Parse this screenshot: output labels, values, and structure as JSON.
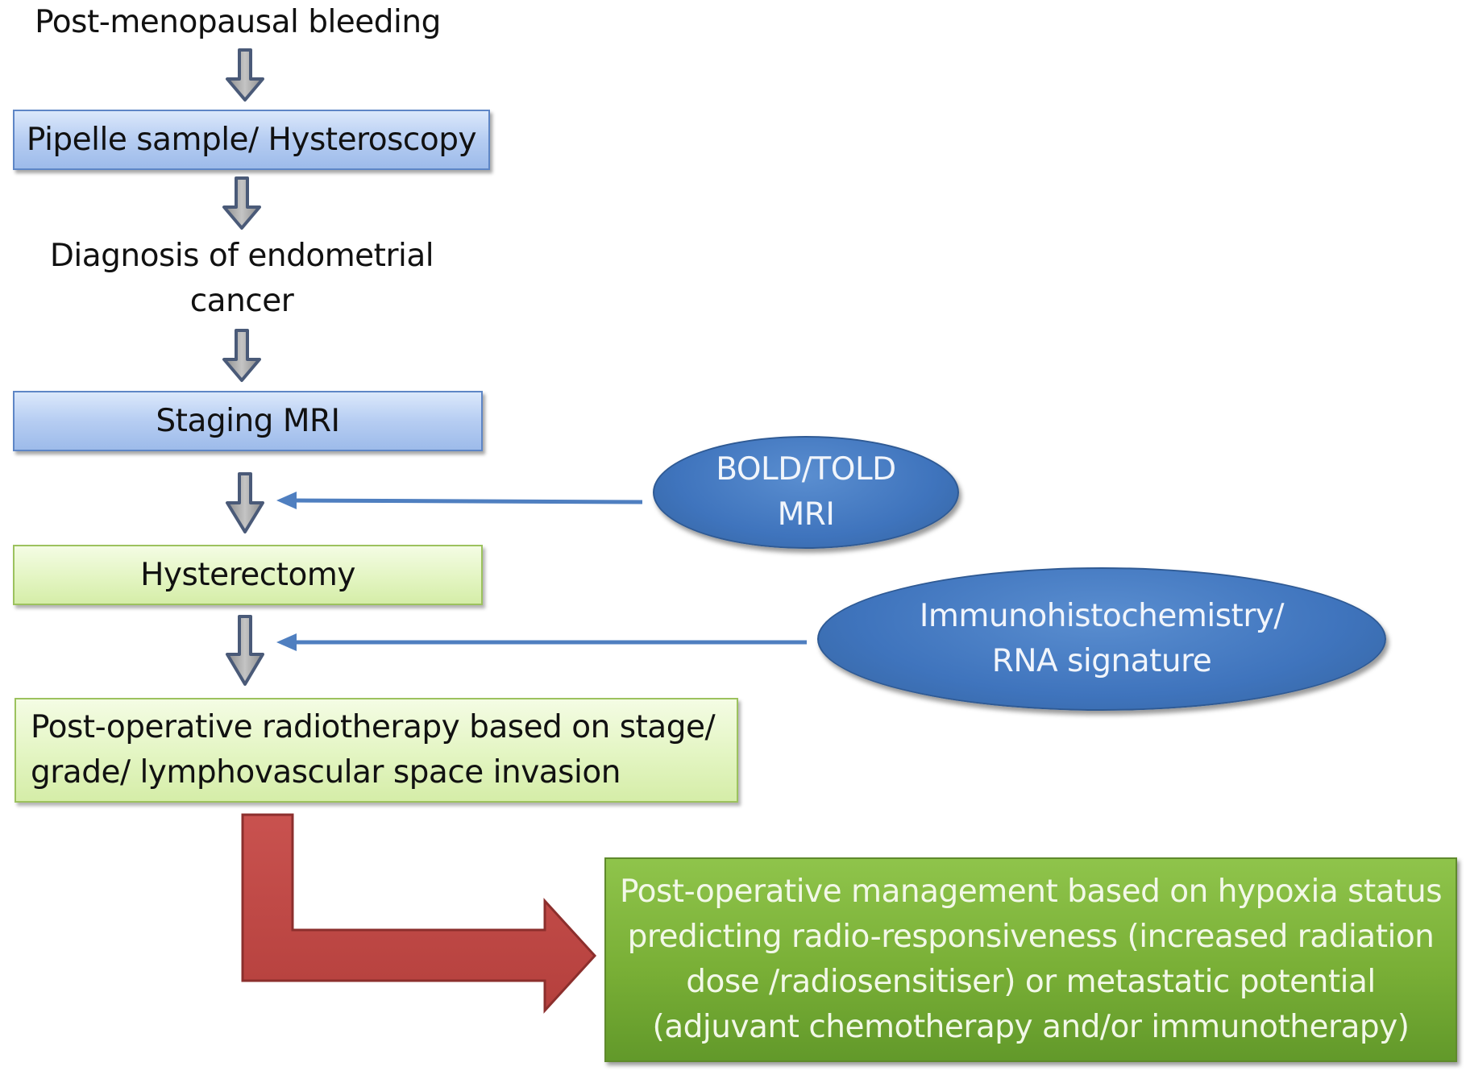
{
  "steps": {
    "step1": "Post-menopausal bleeding",
    "step2": "Pipelle sample/ Hysteroscopy",
    "step3_line1": "Diagnosis of endometrial",
    "step3_line2": "cancer",
    "step4": "Staging MRI",
    "step5": "Hysterectomy",
    "step6_line1": "Post-operative radiotherapy based on stage/",
    "step6_line2": "grade/ lymphovascular space invasion"
  },
  "inputs": {
    "bold_line1": "BOLD/TOLD",
    "bold_line2": "MRI",
    "ihc_line1": "Immunohistochemistry/",
    "ihc_line2": "RNA signature"
  },
  "outcome": {
    "line1": "Post-operative management based on hypoxia status",
    "line2": "predicting radio-responsiveness (increased radiation",
    "line3": "dose /radiosensitiser) or metastatic potential",
    "line4": "(adjuvant chemotherapy and/or immunotherapy)"
  },
  "colors": {
    "blue_box": "#b6cdf2",
    "light_green_box": "#e3f5c2",
    "dark_green_box": "#79af36",
    "oval_blue": "#3f74bd",
    "gray_arrow": "#a0a0a0",
    "red_arrow": "#c0504d"
  }
}
